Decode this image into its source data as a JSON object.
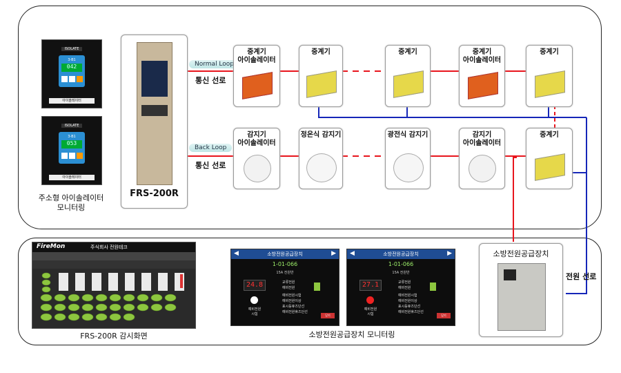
{
  "top_panel": {
    "monitor1": {
      "title": "ISOLATE",
      "value": "042",
      "code": "3-B1",
      "label": "아이솔레이터"
    },
    "monitor2": {
      "title": "ISOLATE",
      "value": "053",
      "code": "3-B1",
      "label": "아이솔레이터"
    },
    "monitor_caption": "주소형 아이솔레이터\n모니터링",
    "cabinet_label": "FRS-200R",
    "normal_loop": "Normal Loop",
    "back_loop": "Back Loop",
    "comm_line": "통신 선로",
    "row1": [
      "중계기\n아이솔레이터",
      "중계기",
      "중계기",
      "중계기\n아이솔레이터",
      "중계기"
    ],
    "row2": [
      "감지기\n아이솔레이터",
      "정온식 감지기",
      "광전식 감지기",
      "감지기\n아이솔레이터",
      "중계기"
    ]
  },
  "bottom_panel": {
    "firemon": {
      "logo": "FireMon",
      "company": "주식회사 전원테크",
      "caption": "FRS-200R  감시화면"
    },
    "psu_monitor_caption": "소방전원공급장치 모니터링",
    "psu1": {
      "title": "소방전원공급장치",
      "code": "1-01-066",
      "rating": "15A 전원반",
      "voltage": "24.8",
      "btn_text": "예비전원\n시험",
      "items": [
        "교류전원",
        "예비전원",
        "예비전원시험",
        "예비전원이상",
        "표시등휴즈단선",
        "예비전원휴즈단선"
      ],
      "close": "닫기"
    },
    "psu2": {
      "title": "소방전원공급장치",
      "code": "1-01-066",
      "rating": "15A 전원반",
      "voltage": "27.1",
      "btn_text": "예비전원\n시험",
      "items": [
        "교류전원",
        "예비전원",
        "예비전원시험",
        "예비전원이상",
        "표시등휴즈단선",
        "예비전원휴즈단선"
      ],
      "close": "닫기"
    },
    "psu_device_label": "소방전원공급장치",
    "power_line": "전원 선로"
  },
  "colors": {
    "comm": "#e8141c",
    "power": "#1526b8",
    "lcd_green": "#9ef06a",
    "node_green": "#8dc63f"
  }
}
